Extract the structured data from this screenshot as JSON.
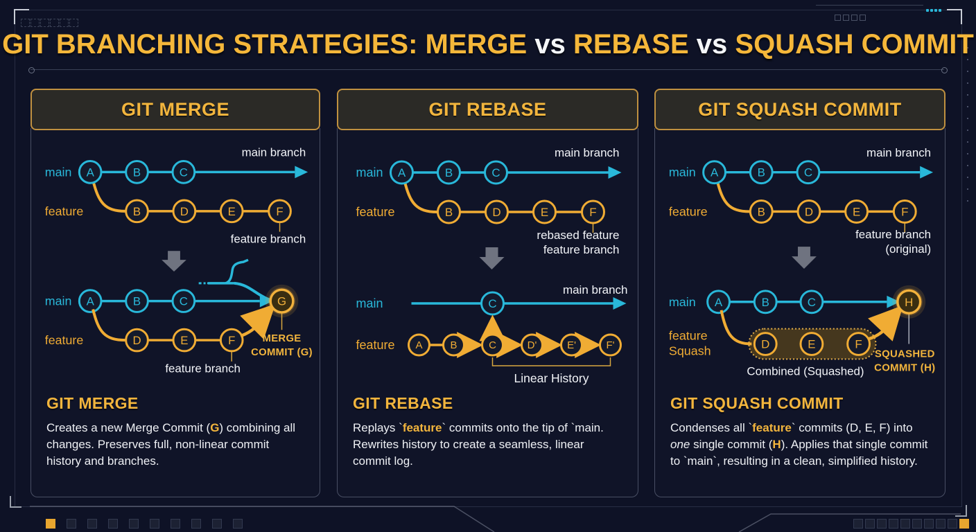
{
  "colors": {
    "gold": "#f0ac34",
    "cyan": "#29b8da",
    "background": "#0e1226",
    "header_bg": "#2b2a26",
    "header_border": "#c09140"
  },
  "title": {
    "seg1": "GIT BRANCHING STRATEGIES: MERGE",
    "vs1": "vs",
    "seg2": "REBASE",
    "vs2": "vs",
    "seg3": "SQUASH COMMIT"
  },
  "panels": [
    {
      "header": "GIT MERGE",
      "top": {
        "main_label": "main",
        "feature_label": "feature",
        "main_branch_label": "main branch",
        "feature_branch_line1": "feature branch",
        "main_nodes": [
          "A",
          "B",
          "C"
        ],
        "feature_nodes": [
          "B",
          "D",
          "E",
          "F"
        ]
      },
      "bottom": {
        "main_label": "main",
        "feature_label": "feature",
        "main_nodes": [
          "A",
          "B",
          "C"
        ],
        "feature_nodes": [
          "D",
          "E",
          "F"
        ],
        "merge_node": "G",
        "ann1": "MERGE",
        "ann2": "COMMIT (G)",
        "feature_branch_label": "feature branch"
      },
      "desc": {
        "heading": "GIT MERGE",
        "seg1": "Creates a new Merge Commit (",
        "hl1": "G",
        "seg2": ") combining all changes. Preserves full, non-linear commit history and branches."
      }
    },
    {
      "header": "GIT REBASE",
      "top": {
        "main_label": "main",
        "feature_label": "feature",
        "main_branch_label": "main branch",
        "feature_branch_line1": "rebased feature",
        "feature_branch_line2": "feature branch",
        "main_nodes": [
          "A",
          "B",
          "C"
        ],
        "feature_nodes": [
          "B",
          "D",
          "E",
          "F"
        ]
      },
      "bottom": {
        "main_label": "main",
        "feature_label": "feature",
        "main_branch_label": "main branch",
        "main_node": "C",
        "feature_nodes": [
          "A",
          "B",
          "C",
          "D'",
          "E'",
          "F'"
        ],
        "bracket_label": "Linear History"
      },
      "desc": {
        "heading": "GIT REBASE",
        "seg1": "Replays `",
        "hl1": "feature",
        "seg2": "` commits onto the tip of `main. Rewrites history to create a seamless, linear commit log."
      }
    },
    {
      "header": "GIT SQUASH COMMIT",
      "top": {
        "main_label": "main",
        "feature_label": "feature",
        "main_branch_label": "main branch",
        "feature_branch_line1": "feature branch",
        "feature_branch_line2": "(original)",
        "main_nodes": [
          "A",
          "B",
          "C"
        ],
        "feature_nodes": [
          "B",
          "D",
          "E",
          "F"
        ]
      },
      "bottom": {
        "main_label": "main",
        "feature_label_line1": "feature",
        "feature_label_line2": "Squash",
        "main_nodes": [
          "A",
          "B",
          "C"
        ],
        "feature_nodes": [
          "D",
          "E",
          "F"
        ],
        "squash_node": "H",
        "combined_label": "Combined (Squashed)",
        "ann1": "SQUASHED",
        "ann2": "COMMIT (H)"
      },
      "desc": {
        "heading": "GIT SQUASH COMMIT",
        "seg1": "Condenses all `",
        "hl1": "feature",
        "seg2": "` commits (D, E, F) into ",
        "it1": "one",
        "seg3": " single commit (",
        "hl2": "H",
        "seg4": "). Applies that single commit to `main`, resulting in a clean, simplified history."
      }
    }
  ]
}
